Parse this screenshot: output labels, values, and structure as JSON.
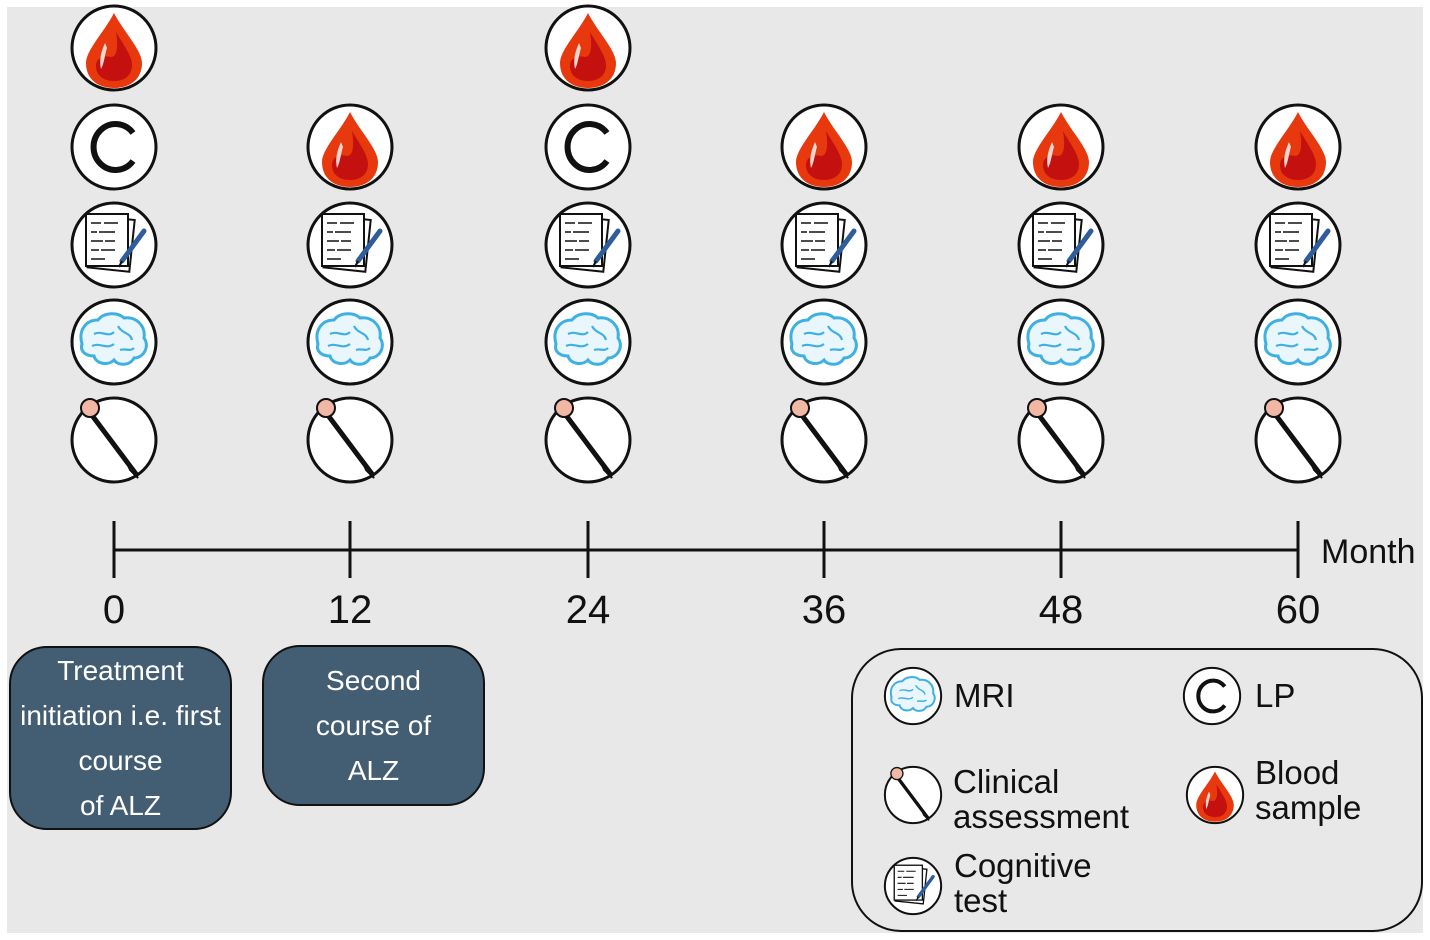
{
  "timeline": {
    "unit": "Month",
    "ticks": [
      "0",
      "12",
      "24",
      "36",
      "48",
      "60"
    ],
    "visits": [
      {
        "month": "0",
        "icons": [
          "blood-drop-icon",
          "lp-icon",
          "cognitive-test-icon",
          "mri-brain-icon",
          "clinical-assessment-icon"
        ]
      },
      {
        "month": "12",
        "icons": [
          "blood-drop-icon",
          "cognitive-test-icon",
          "mri-brain-icon",
          "clinical-assessment-icon"
        ]
      },
      {
        "month": "24",
        "icons": [
          "blood-drop-icon",
          "lp-icon",
          "cognitive-test-icon",
          "mri-brain-icon",
          "clinical-assessment-icon"
        ]
      },
      {
        "month": "36",
        "icons": [
          "blood-drop-icon",
          "cognitive-test-icon",
          "mri-brain-icon",
          "clinical-assessment-icon"
        ]
      },
      {
        "month": "48",
        "icons": [
          "blood-drop-icon",
          "cognitive-test-icon",
          "mri-brain-icon",
          "clinical-assessment-icon"
        ]
      },
      {
        "month": "60",
        "icons": [
          "blood-drop-icon",
          "cognitive-test-icon",
          "mri-brain-icon",
          "clinical-assessment-icon"
        ]
      }
    ]
  },
  "phases": [
    {
      "lines": [
        "Treatment",
        "initiation i.e. first",
        "course",
        "of ALZ"
      ]
    },
    {
      "lines": [
        "Second",
        "course of",
        "ALZ"
      ]
    }
  ],
  "legend": {
    "mri": "MRI",
    "lp": "LP",
    "lp_symbol": "C",
    "clinical": [
      "Clinical",
      "assessment"
    ],
    "blood": [
      "Blood",
      "sample"
    ],
    "cognitive": [
      "Cognitive",
      "test"
    ]
  },
  "colors": {
    "background": "#e8e8e8",
    "phase_box": "#435d73",
    "blood_outer": "#e8380d",
    "blood_inner": "#c4110f",
    "brain": "#3fb0e3",
    "pen": "#2f5d9c"
  }
}
